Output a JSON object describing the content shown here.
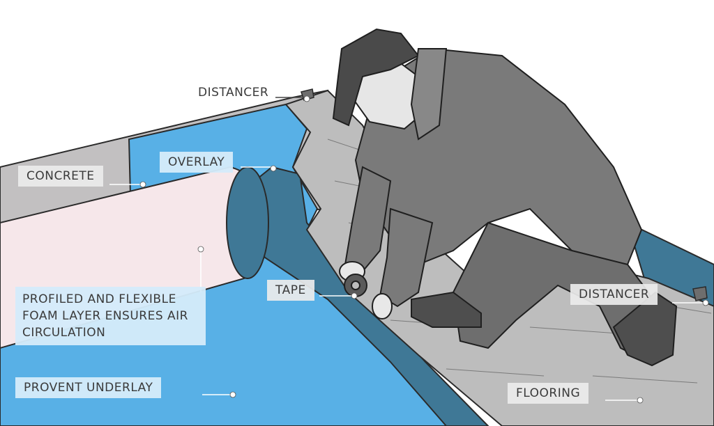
{
  "labels": {
    "distancer_top": "DISTANCER",
    "concrete": "CONCRETE",
    "overlay": "OVERLAY",
    "foam_layer": "PROFILED AND FLEXIBLE FOAM LAYER ENSURES AIR CIRCULATION",
    "tape": "TAPE",
    "distancer_right": "DISTANCER",
    "provent_underlay": "PROVENT UNDERLAY",
    "flooring": "FLOORING"
  },
  "colors": {
    "underlay_blue": "#58b0e6",
    "overlay_dark_blue": "#3f7896",
    "concrete_gray": "#c2c0c1",
    "foam_pink": "#f6e7ea",
    "flooring_gray": "#bdbdbd",
    "worker_gray": "#6e6e6e"
  }
}
